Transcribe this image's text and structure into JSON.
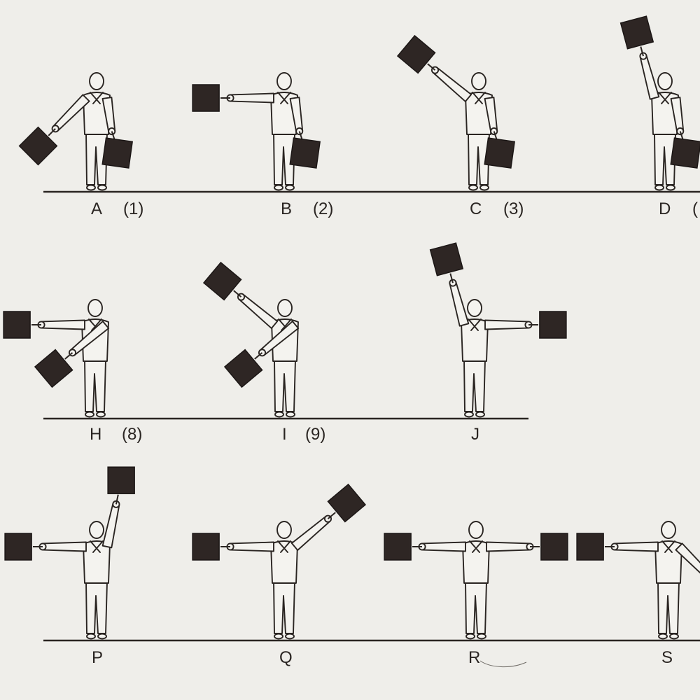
{
  "chart": {
    "title": "",
    "rows": [
      {
        "signals": [
          {
            "letter": "A",
            "numeral": "(1)",
            "right_arm": "low-out",
            "left_arm": "down"
          },
          {
            "letter": "B",
            "numeral": "(2)",
            "right_arm": "horizontal",
            "left_arm": "down"
          },
          {
            "letter": "C",
            "numeral": "(3)",
            "right_arm": "high-out",
            "left_arm": "down"
          },
          {
            "letter": "D",
            "numeral": "(",
            "right_arm": "up",
            "left_arm": "down"
          }
        ]
      },
      {
        "signals": [
          {
            "letter": "H",
            "numeral": "(8)",
            "right_arm": "horizontal",
            "left_arm": "across-low"
          },
          {
            "letter": "I",
            "numeral": "(9)",
            "right_arm": "high-out",
            "left_arm": "across-low"
          },
          {
            "letter": "J",
            "numeral": "",
            "right_arm": "up",
            "left_arm": "horizontal"
          }
        ]
      },
      {
        "signals": [
          {
            "letter": "P",
            "numeral": "",
            "right_arm": "horizontal",
            "left_arm": "up"
          },
          {
            "letter": "Q",
            "numeral": "",
            "right_arm": "horizontal",
            "left_arm": "high-out"
          },
          {
            "letter": "R",
            "numeral": "",
            "right_arm": "horizontal",
            "left_arm": "horizontal"
          },
          {
            "letter": "S",
            "numeral": "",
            "right_arm": "horizontal",
            "left_arm": "low-out"
          }
        ]
      }
    ],
    "colors": {
      "paper": "#efeeea",
      "ink": "#2a2522",
      "flag": "#2e2624"
    },
    "icons": [
      "semaphore-figure",
      "semaphore-flag"
    ]
  }
}
